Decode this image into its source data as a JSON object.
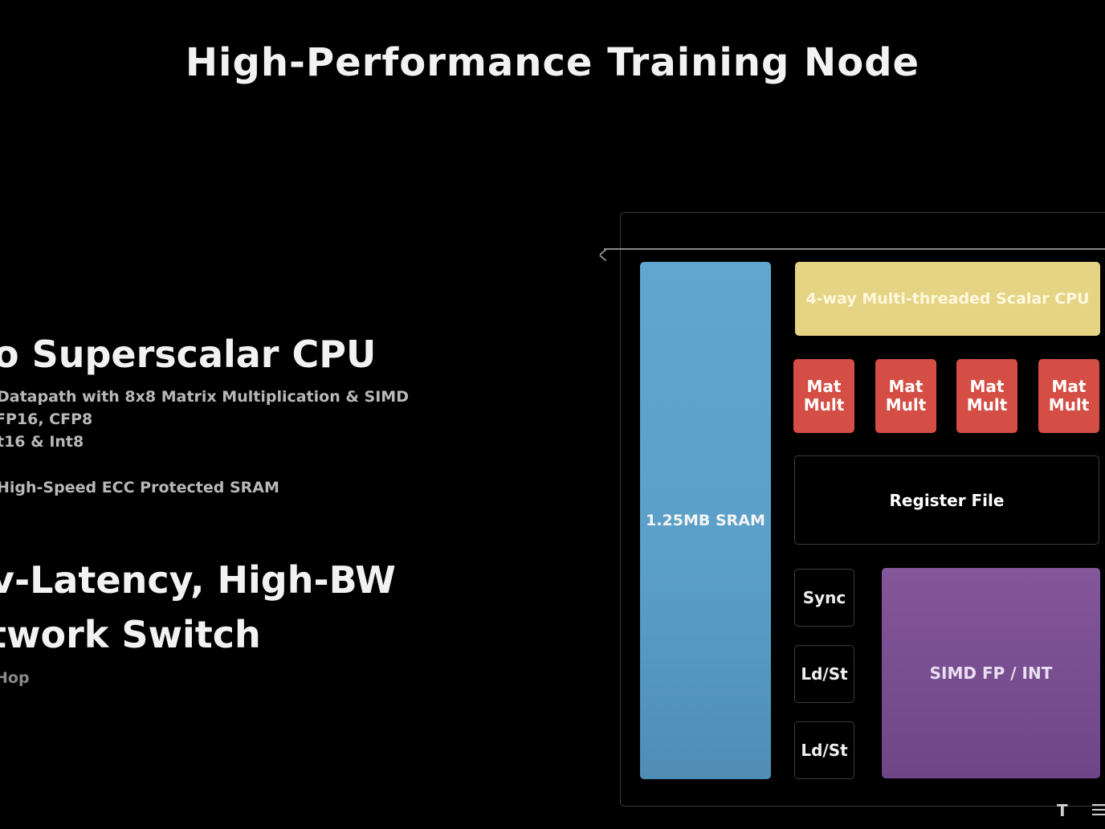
{
  "slide": {
    "title": "High-Performance Training Node"
  },
  "left": {
    "cpu_heading": "o Superscalar CPU",
    "cpu_bullets": [
      "Datapath with 8x8 Matrix Multiplication & SIMD",
      "FP16, CFP8",
      "t16 & Int8"
    ],
    "sram_bullet": "High-Speed ECC Protected SRAM",
    "switch_heading_line1": "v-Latency, High-BW",
    "switch_heading_line2": "twork Switch",
    "switch_bullet": "Hop"
  },
  "diagram": {
    "sram": "1.25MB SRAM",
    "scalar_cpu": "4-way Multi-threaded Scalar CPU",
    "matmult_line1": "Mat",
    "matmult_line2": "Mult",
    "register_file": "Register File",
    "sync": "Sync",
    "ldst": "Ld/St",
    "simd": "SIMD FP / INT",
    "colors": {
      "sram": "#5fa7cf",
      "scalar_cpu": "#e4d484",
      "matmult": "#d44e45",
      "simd": "#7e5096"
    }
  },
  "footer": {
    "logo": "T"
  }
}
